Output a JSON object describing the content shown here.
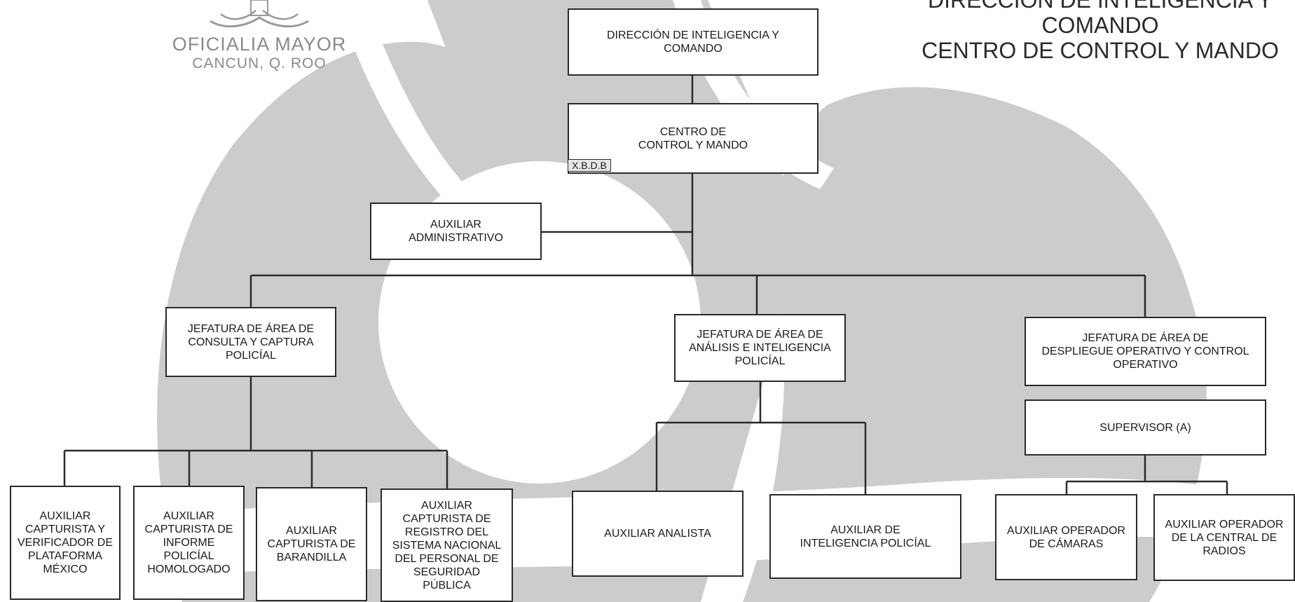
{
  "header": {
    "title": "DIRECCIÓN DE INTELIGENCIA Y\nCOMANDO\nCENTRO DE CONTROL Y MANDO"
  },
  "seal": {
    "line1": "OFICIALIA MAYOR",
    "line2": "CANCUN, Q. ROO"
  },
  "chart": {
    "root": "DIRECCIÓN DE INTELIGENCIA Y\nCOMANDO",
    "center": "CENTRO DE\nCONTROL Y MANDO",
    "center_tag": "X.B.D.B",
    "admin": "AUXILIAR\nADMINISTRATIVO",
    "jef_consulta": "JEFATURA DE ÁREA DE\nCONSULTA Y CAPTURA\nPOLICÍAL",
    "jef_analisis": "JEFATURA DE ÁREA DE\nANÁLISIS E INTELIGENCIA\nPOLICÍAL",
    "jef_despliegue": "JEFATURA DE ÁREA DE\nDESPLIEGUE OPERATIVO Y CONTROL\nOPERATIVO",
    "supervisor": "SUPERVISOR (A)",
    "aux_plataforma": "AUXILIAR\nCAPTURISTA Y\nVERIFICADOR DE\nPLATAFORMA\nMÉXICO",
    "aux_iph": "AUXILIAR\nCAPTURISTA DE\nINFORME\nPOLICÍAL\nHOMOLOGADO",
    "aux_barandilla": "AUXILIAR\nCAPTURISTA DE\nBARANDILLA",
    "aux_registro": "AUXILIAR\nCAPTURISTA DE\nREGISTRO DEL\nSISTEMA NACIONAL\nDEL PERSONAL DE\nSEGURIDAD\nPÚBLICA",
    "aux_analista": "AUXILIAR ANALISTA",
    "aux_inteligencia": "AUXILIAR  DE\nINTELIGENCIA POLICÍAL",
    "aux_camaras": "AUXILIAR OPERADOR\nDE CÁMARAS",
    "aux_radios": "AUXILIAR OPERADOR\nDE LA CENTRAL DE\nRADIOS"
  },
  "colors": {
    "background_shapes": "#cccccc",
    "box_border": "#2a2a2a",
    "connector": "#2a2a2a"
  }
}
